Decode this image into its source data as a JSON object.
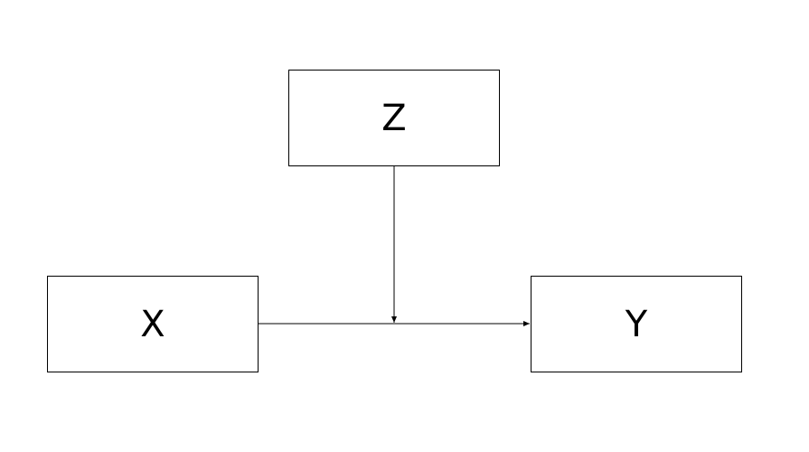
{
  "diagram": {
    "nodes": {
      "z": {
        "label": "Z"
      },
      "x": {
        "label": "X"
      },
      "y": {
        "label": "Y"
      }
    },
    "edges": [
      {
        "from": "x",
        "to": "y"
      },
      {
        "from": "z",
        "to": "x-y-path"
      }
    ],
    "colors": {
      "stroke": "#000000",
      "background": "#ffffff"
    }
  }
}
